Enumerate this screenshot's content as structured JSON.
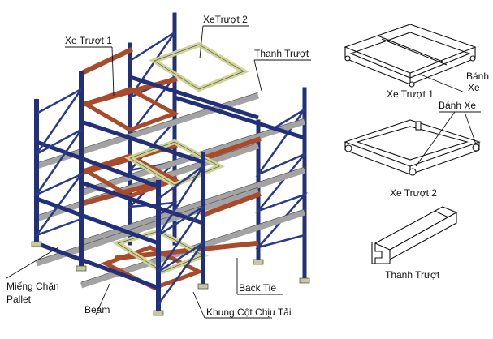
{
  "labels": {
    "xe_truot_1": "Xe Trượt 1",
    "xe_truot_2": "XeTrượt 2",
    "thanh_truot": "Thanh Trượt",
    "mieng_chan_line1": "Miếng Chặn",
    "mieng_chan_line2": "Pallet",
    "beam": "Beam",
    "back_tie": "Back Tie",
    "khung_cot": "Khung Cột Chịu Tải",
    "detail_xe_truot_1": "Xe Trượt 1",
    "banh_xe_1_line1": "Bánh",
    "banh_xe_1_line2": "Xe",
    "banh_xe_2": "Bánh Xe",
    "detail_xe_truot_2": "Xe Trượt 2",
    "detail_thanh_truot": "Thanh Trượt"
  },
  "colors": {
    "upright": "#22307a",
    "beam_orange": "#a94a2a",
    "cart_yellow": "#d4d8a0",
    "rail_gray": "#9a9a9a",
    "line": "#222222"
  }
}
